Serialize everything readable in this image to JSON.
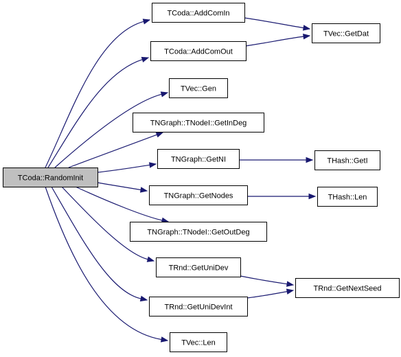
{
  "diagram": {
    "type": "call-graph",
    "nodes": [
      {
        "id": "random_init",
        "label": "TCoda::RandomInit",
        "root": true
      },
      {
        "id": "add_com_in",
        "label": "TCoda::AddComIn"
      },
      {
        "id": "add_com_out",
        "label": "TCoda::AddComOut"
      },
      {
        "id": "vec_gen",
        "label": "TVec::Gen"
      },
      {
        "id": "node_get_in_deg",
        "label": "TNGraph::TNodeI::GetInDeg"
      },
      {
        "id": "graph_get_ni",
        "label": "TNGraph::GetNI"
      },
      {
        "id": "graph_get_nodes",
        "label": "TNGraph::GetNodes"
      },
      {
        "id": "node_get_out_deg",
        "label": "TNGraph::TNodeI::GetOutDeg"
      },
      {
        "id": "rnd_get_uni_dev",
        "label": "TRnd::GetUniDev"
      },
      {
        "id": "rnd_get_uni_dev_int",
        "label": "TRnd::GetUniDevInt"
      },
      {
        "id": "vec_len",
        "label": "TVec::Len"
      },
      {
        "id": "vec_get_dat",
        "label": "TVec::GetDat"
      },
      {
        "id": "hash_get_i",
        "label": "THash::GetI"
      },
      {
        "id": "hash_len",
        "label": "THash::Len"
      },
      {
        "id": "rnd_get_next_seed",
        "label": "TRnd::GetNextSeed"
      }
    ],
    "edges": [
      {
        "from": "random_init",
        "to": "add_com_in"
      },
      {
        "from": "random_init",
        "to": "add_com_out"
      },
      {
        "from": "random_init",
        "to": "vec_gen"
      },
      {
        "from": "random_init",
        "to": "node_get_in_deg"
      },
      {
        "from": "random_init",
        "to": "graph_get_ni"
      },
      {
        "from": "random_init",
        "to": "graph_get_nodes"
      },
      {
        "from": "random_init",
        "to": "node_get_out_deg"
      },
      {
        "from": "random_init",
        "to": "rnd_get_uni_dev"
      },
      {
        "from": "random_init",
        "to": "rnd_get_uni_dev_int"
      },
      {
        "from": "random_init",
        "to": "vec_len"
      },
      {
        "from": "add_com_in",
        "to": "vec_get_dat"
      },
      {
        "from": "add_com_out",
        "to": "vec_get_dat"
      },
      {
        "from": "graph_get_ni",
        "to": "hash_get_i"
      },
      {
        "from": "graph_get_nodes",
        "to": "hash_len"
      },
      {
        "from": "rnd_get_uni_dev",
        "to": "rnd_get_next_seed"
      },
      {
        "from": "rnd_get_uni_dev_int",
        "to": "rnd_get_next_seed"
      }
    ],
    "colors": {
      "edge": "#191970",
      "node_border": "#000000",
      "node_fill": "#ffffff",
      "root_fill": "#bfbfbf"
    }
  }
}
